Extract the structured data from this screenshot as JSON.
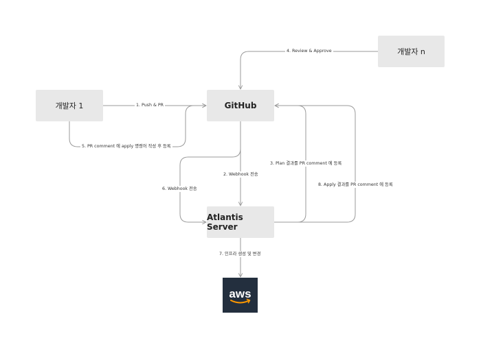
{
  "nodes": {
    "dev1": "개발자 1",
    "devn": "개발자 n",
    "github": "GitHub",
    "atlantis": "Atlantis Server",
    "aws": "aws"
  },
  "edges": {
    "e1": "1. Push & PR",
    "e2": "2. Webhook 전송",
    "e3": "3. Plan 결과를 PR comment 에 등록",
    "e4": "4. Review & Approve",
    "e5": "5. PR comment 에 apply 명령어 작성 후 등록",
    "e6": "6. Webhook 전송",
    "e7": "7. 인프라 생성 및 변경",
    "e8": "8. Apply 결과를 PR comment 에 등록"
  },
  "colors": {
    "box": "#e8e8e8",
    "edge": "#9a9a9a",
    "aws_bg": "#232f3e",
    "aws_smile": "#ff9900"
  }
}
